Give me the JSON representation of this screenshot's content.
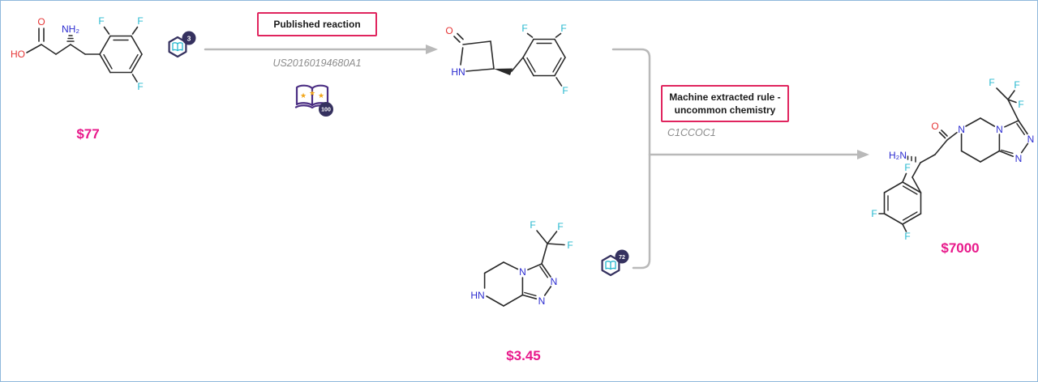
{
  "colors": {
    "canvas-border": "#8fb8dc",
    "accent-pink": "#e8198b",
    "box-border": "#e0245e",
    "arrow-gray": "#b9b9b9",
    "atom-o": "#e53535",
    "atom-n": "#2b2bd0",
    "atom-f": "#25b8cf",
    "bond": "#2a2a2a",
    "badge-indigo": "#35315f",
    "book-purple": "#4b2e83",
    "star-yellow": "#f2a71b",
    "muted-text": "#8c8c8c"
  },
  "reaction1": {
    "tag": "Published reaction",
    "patent": "US20160194680A1"
  },
  "reaction2": {
    "tag_line1": "Machine extracted rule -",
    "tag_line2": "uncommon chemistry",
    "smiles": "C1CCOC1"
  },
  "molecules": {
    "start_acid": {
      "price": "$77",
      "badge_count": "3"
    },
    "triazolopiperazine": {
      "price": "$3.45",
      "badge_count": "72"
    },
    "product": {
      "price": "$7000"
    }
  },
  "evidence": {
    "count": "100"
  },
  "atoms": {
    "ho": "HO",
    "o": "O",
    "nh2": "NH₂",
    "h2n": "H₂N",
    "hn": "HN",
    "n": "N",
    "f": "F"
  },
  "icons": {
    "star": "★"
  }
}
